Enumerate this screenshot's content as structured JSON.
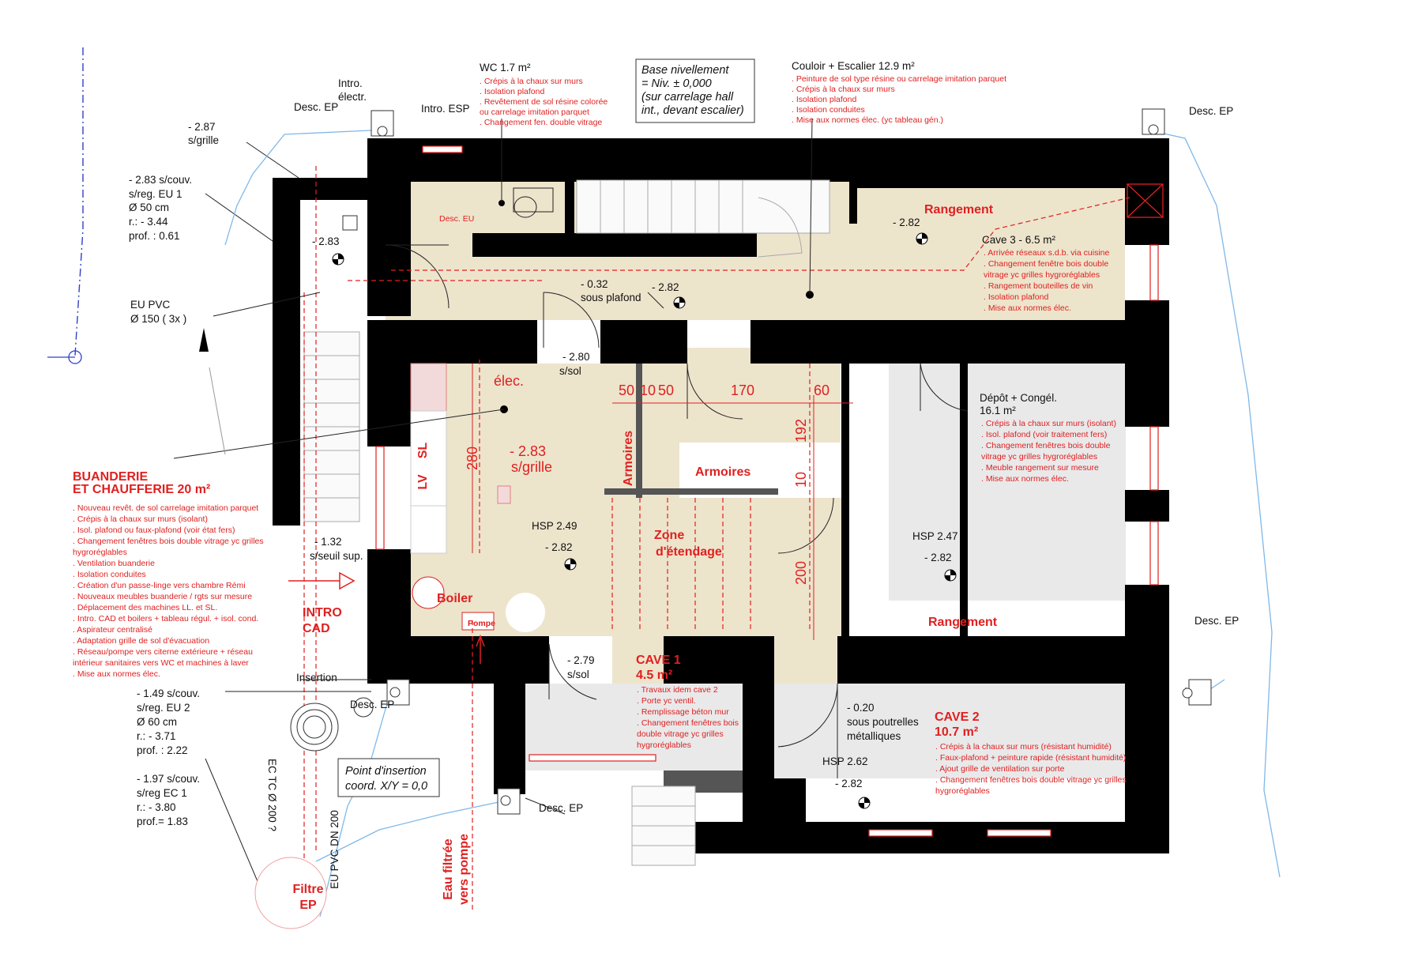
{
  "wc": {
    "title": "WC 1.7 m²",
    "notes": [
      ". Crépis à la chaux sur murs",
      ". Isolation plafond",
      ". Revêtement de sol résine colorée",
      "ou carrelage imitation parquet",
      ". Changement fen. double vitrage"
    ]
  },
  "base": {
    "lines": [
      "Base nivellement",
      "= Niv. ± 0,000",
      "(sur carrelage hall",
      "int., devant escalier)"
    ]
  },
  "couloir": {
    "title": "Couloir + Escalier 12.9 m²",
    "notes": [
      ". Peinture de sol type résine ou carrelage imitation parquet",
      ". Crépis à la chaux sur murs",
      ". Isolation plafond",
      ". Isolation conduites",
      ". Mise aux normes élec. (yc tableau gén.)"
    ]
  },
  "cave3": {
    "title": "Cave 3 - 6.5 m²",
    "notes": [
      ". Arrivée réseaux s.d.b. via cuisine",
      ". Changement fenêtre bois double",
      "vitrage yc grilles hygroréglables",
      ". Rangement bouteilles de vin",
      ". Isolation plafond",
      ". Mise aux normes élec."
    ]
  },
  "depot": {
    "title": "Dépôt + Congél.",
    "area": "16.1 m²",
    "notes": [
      ". Crépis à la chaux sur murs (isolant)",
      ". Isol. plafond (voir traitement fers)",
      ". Changement fenêtres bois double",
      "vitrage yc grilles hygroréglables",
      ". Meuble rangement sur mesure",
      ". Mise aux normes élec."
    ]
  },
  "buanderie": {
    "title1": "BUANDERIE",
    "title2": "ET CHAUFFERIE 20 m²",
    "notes": [
      ". Nouveau revêt. de sol carrelage imitation parquet",
      ". Crépis à la chaux sur murs (isolant)",
      ". Isol. plafond ou faux-plafond (voir état fers)",
      ". Changement fenêtres bois double vitrage yc grilles",
      "hygroréglables",
      ". Ventilation buanderie",
      ". Isolation conduites",
      ". Création d'un passe-linge vers chambre Rémi",
      ". Nouveaux meubles buanderie / rgts sur mesure",
      ". Déplacement des machines LL. et SL.",
      ". Intro. CAD et boilers + tableau régul. + isol. cond.",
      ". Aspirateur centralisé",
      ". Adaptation grille de sol d'évacuation",
      ". Réseau/pompe vers citerne extérieure + réseau",
      "intérieur sanitaires vers WC et machines à laver",
      ". Mise aux normes élec."
    ]
  },
  "cave1": {
    "title": "CAVE 1",
    "area": "4.5 m²",
    "notes": [
      ". Travaux idem cave 2",
      ". Porte yc ventil.",
      ". Remplissage béton mur",
      ". Changement fenêtres bois",
      "double vitrage yc grilles",
      "hygroréglables"
    ]
  },
  "cave2": {
    "title": "CAVE 2",
    "area": "10.7 m²",
    "notes": [
      ". Crépis à la chaux sur murs (résistant humidité)",
      ". Faux-plafond + peinture rapide (résistant humidité)",
      ". Ajout grille de ventilation sur porte",
      ". Changement fenêtres bois double vitrage yc grilles",
      "hygroréglables"
    ]
  },
  "labels": {
    "intro_electr_1": "Intro.",
    "intro_electr_2": "électr.",
    "intro_esp": "Intro. ESP",
    "desc_ep": "Desc. EP",
    "desc_eu": "Desc. EU",
    "rangement": "Rangement",
    "elec": "élec.",
    "armoires": "Armoires",
    "zone_1": "Zone",
    "zone_2": "d'étendage",
    "boiler": "Boiler",
    "pompe": "Pompe",
    "sl": "SL",
    "lv": "LV",
    "intro_cad_1": "INTRO",
    "intro_cad_2": "CAD",
    "insertion": "Insertion",
    "filtre_1": "Filtre",
    "filtre_2": "EP",
    "eau_1": "Eau filtrée",
    "eau_2": "vers pompe",
    "eu_pvc_1": "EU PVC",
    "eu_pvc_2": "Ø 150 ( 3x )",
    "eu_pvc_dn": "EU PVC DN 200",
    "ec_tc": "EC TC Ø 200 ?",
    "point_1": "Point d'insertion",
    "point_2": "coord. X/Y = 0,0"
  },
  "levels": {
    "m287_1": "- 2.87",
    "m287_2": "s/grille",
    "eu1": [
      "- 2.83 s/couv.",
      "s/reg. EU 1",
      "Ø 50 cm",
      "r.: - 3.44",
      "prof. : 0.61"
    ],
    "m283": "- 2.83",
    "m032_1": "- 0.32",
    "m032_2": "sous plafond",
    "m282": "- 2.82",
    "m280_1": "- 2.80",
    "m280_2": "s/sol",
    "m283g_1": "- 2.83",
    "m283g_2": "s/grille",
    "hsp249": "HSP 2.49",
    "hsp247": "HSP 2.47",
    "hsp262": "HSP 2.62",
    "m132_1": "- 1.32",
    "m132_2": "s/seuil sup.",
    "m279_1": "- 2.79",
    "m279_2": "s/sol",
    "m020": [
      "- 0.20",
      "sous poutrelles",
      "métalliques"
    ],
    "eu2": [
      "- 1.49 s/couv.",
      "s/reg. EU 2",
      "Ø 60 cm",
      "r.: - 3.71",
      "prof. : 2.22"
    ],
    "ec1": [
      "- 1.97 s/couv.",
      "s/reg EC 1",
      "r.: - 3.80",
      "prof.= 1.83"
    ]
  },
  "dims": {
    "d50a": "50",
    "d10": "10",
    "d50b": "50",
    "d170": "170",
    "d60": "60",
    "d280": "280",
    "d192": "192",
    "d10v": "10",
    "d200": "200"
  },
  "colors": {
    "wall": "#000000",
    "beige_zone": "#ede4cc",
    "grey_zone": "#e9e9ea",
    "red_annotation": "#e02020",
    "blue_network": "#7fb8e8"
  }
}
